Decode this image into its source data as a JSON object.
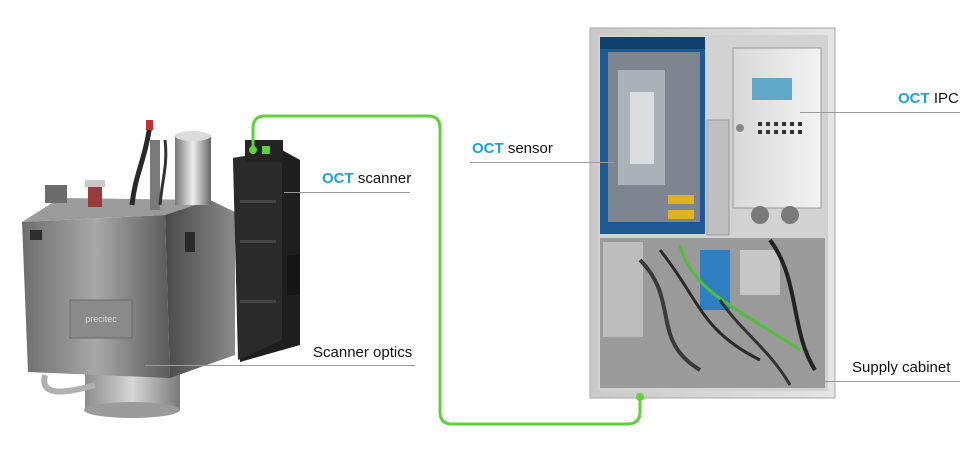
{
  "colors": {
    "accent": "#1aa3d9",
    "connector": "#5fd13a",
    "leader": "#9a9a9a"
  },
  "labels": {
    "oct_scanner": {
      "prefix": "OCT",
      "suffix": " scanner"
    },
    "scanner_optics": {
      "text": "Scanner optics"
    },
    "oct_sensor": {
      "prefix": "OCT",
      "suffix": " sensor"
    },
    "oct_ipc": {
      "prefix": "OCT",
      "suffix": " IPC"
    },
    "supply_cabinet": {
      "text": "Supply cabinet"
    }
  },
  "device_texts": {
    "optics_brand": "precitec"
  }
}
